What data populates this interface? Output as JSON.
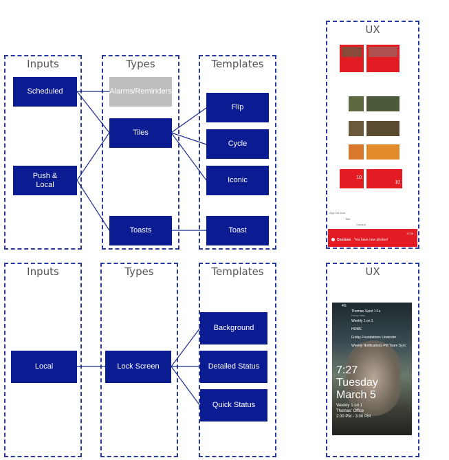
{
  "top": {
    "columns": {
      "inputs": "Inputs",
      "types": "Types",
      "templates": "Templates",
      "ux": "UX"
    },
    "inputs": [
      "Scheduled",
      "Push &\nLocal"
    ],
    "types": [
      "Alarms/Reminders",
      "Tiles",
      "Toasts"
    ],
    "templates": [
      "Flip",
      "Cycle",
      "Iconic",
      "Toast"
    ]
  },
  "bottom": {
    "columns": {
      "inputs": "Inputs",
      "types": "Types",
      "templates": "Templates",
      "ux": "UX"
    },
    "inputs": [
      "Local"
    ],
    "types": [
      "Lock Screen"
    ],
    "templates": [
      "Background",
      "Detailed Status",
      "Quick Status"
    ]
  },
  "ux_top": {
    "annotations": {
      "app_icon": "App List Icon",
      "title": "Title",
      "content": "Content"
    },
    "toast": {
      "app": "Contoso",
      "message": "You have new photos!",
      "time": "12:38"
    },
    "badge": "10"
  },
  "ux_bottom": {
    "status_bar": "4G",
    "events": [
      {
        "title": "Thomas-Sarel 1:1s",
        "sub": "Thomas' Office"
      },
      {
        "title": "Weekly 1 on 1",
        "sub": ""
      },
      {
        "title": "HOME",
        "sub": ""
      },
      {
        "title": "Friday Foundations Unwinder",
        "sub": ""
      },
      {
        "title": "Weekly Notifications PM Team Sync",
        "sub": ""
      }
    ],
    "time": "7:27",
    "day": "Tuesday",
    "date": "March 5",
    "detail_lines": [
      "Weekly 1 on 1",
      "Thomas' Office",
      "2:00 PM - 3:00 PM"
    ]
  },
  "colors": {
    "navy": "#0b1b92",
    "gray": "#bdbdbd",
    "red": "#e31b23",
    "dashed": "#2b3a9a"
  }
}
